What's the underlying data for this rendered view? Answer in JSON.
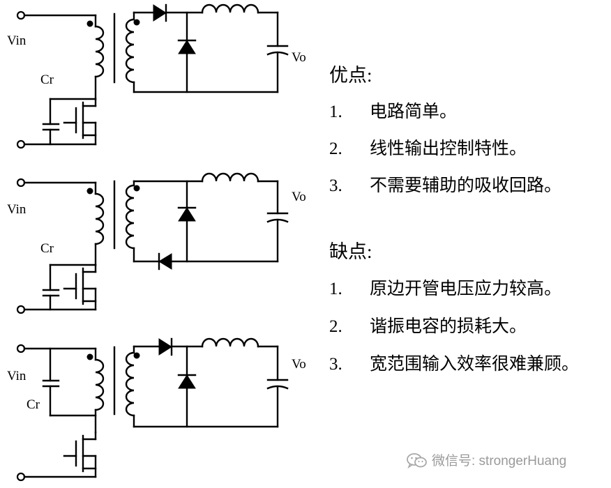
{
  "circuits": [
    {
      "vin_label": "Vin",
      "cr_label": "Cr",
      "vo_label": "Vo"
    },
    {
      "vin_label": "Vin",
      "cr_label": "Cr",
      "vo_label": "Vo"
    },
    {
      "vin_label": "Vin",
      "cr_label": "Cr",
      "vo_label": "Vo"
    }
  ],
  "advantages": {
    "heading": "优点:",
    "items": [
      {
        "num": "1.",
        "text": "电路简单。"
      },
      {
        "num": "2.",
        "text": "线性输出控制特性。"
      },
      {
        "num": "3.",
        "text": "不需要辅助的吸收回路。"
      }
    ]
  },
  "disadvantages": {
    "heading": "缺点:",
    "items": [
      {
        "num": "1.",
        "text": "原边开管电压应力较高。"
      },
      {
        "num": "2.",
        "text": "谐振电容的损耗大。"
      },
      {
        "num": "3.",
        "text": "宽范围输入效率很难兼顾。"
      }
    ]
  },
  "watermark": {
    "icon": "wechat-icon",
    "text": "微信号: strongerHuang"
  }
}
